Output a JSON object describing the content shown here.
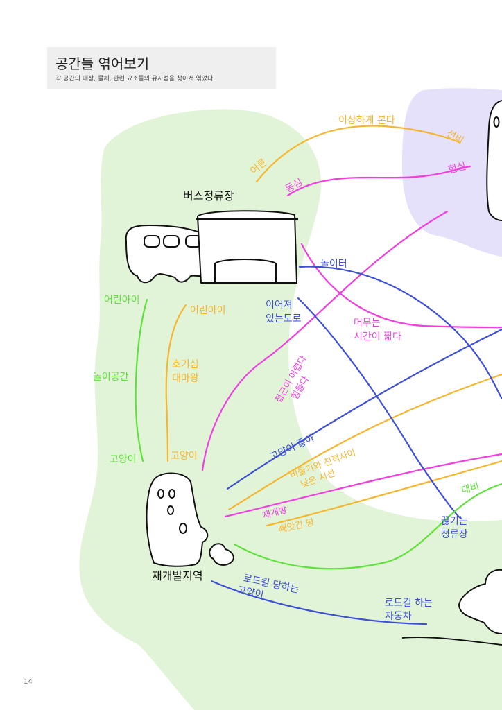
{
  "header": {
    "title": "공간들 엮어보기",
    "subtitle": "각 공간의 대상, 물체, 관련 요소들의 유사점을 찾아서 엮었다."
  },
  "page_number": "14",
  "colors": {
    "green_region": "#e2f4d8",
    "purple_region": "#e6e1fb",
    "yellow": "#f6b52d",
    "magenta": "#f23ee0",
    "blue": "#3d4fd6",
    "green": "#5ee23a",
    "ink": "#111111"
  },
  "places": {
    "bus_stop": "버스정류장",
    "redevelopment": "재개발지역"
  },
  "labels": {
    "odd_look": "이상하게 본다",
    "seonbi": "선비",
    "adult": "어른",
    "childlike": "동심",
    "reality": "현실",
    "playground": "놀이터",
    "connected_road": "이어져\n있는도로",
    "stay_time": "머무는\n시간이 짧다",
    "child_green": "어린아이",
    "child_yellow": "어린아이",
    "play_space": "놀이공간",
    "curious": "호기심\n대마왕",
    "cat_green": "고양이",
    "cat_yellow": "고양이",
    "hard_access": "접근이 어렵다\n힘들다",
    "cat_like": "고양이 좋아",
    "pigeon_gaze": "비둘기와 천적사이\n낮은 시선",
    "redev": "재개발",
    "lost_home": "빼앗긴 땅",
    "contrast": "대비",
    "broken_stop": "끊기는\n정류장",
    "roadkill_cat": "로드킬 당하는\n고양이",
    "roadkill_car": "로드킬 하는\n자동차"
  }
}
